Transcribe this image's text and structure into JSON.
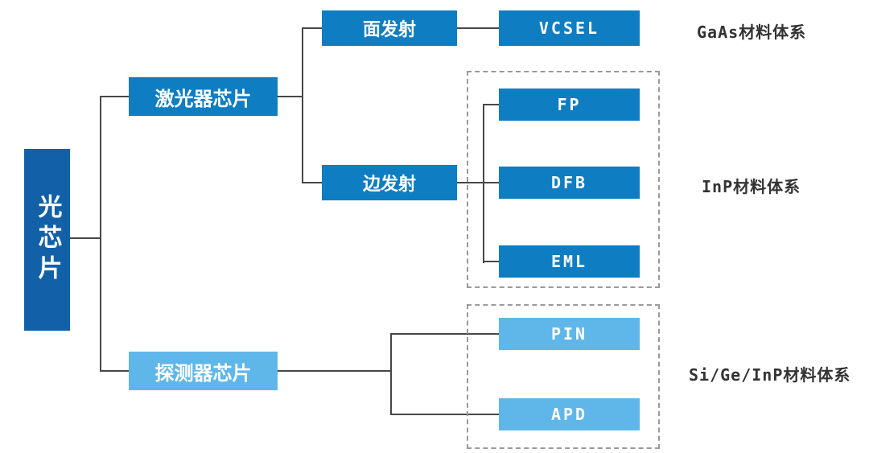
{
  "tree": {
    "root": {
      "label": "光芯片"
    },
    "laser": {
      "label": "激光器芯片",
      "surface": {
        "label": "面发射",
        "child": {
          "label": "VCSEL"
        }
      },
      "edge": {
        "label": "边发射",
        "children": [
          {
            "label": "FP"
          },
          {
            "label": "DFB"
          },
          {
            "label": "EML"
          }
        ]
      }
    },
    "detector": {
      "label": "探测器芯片",
      "children": [
        {
          "label": "PIN"
        },
        {
          "label": "APD"
        }
      ]
    }
  },
  "materials": {
    "gaas": "GaAs材料体系",
    "inp": "InP材料体系",
    "si_ge_inp": "Si/Ge/InP材料体系"
  },
  "colors": {
    "dark_blue": "#1261a8",
    "blue": "#0e7dc1",
    "light_blue": "#5fb6e8",
    "line": "#474747"
  }
}
